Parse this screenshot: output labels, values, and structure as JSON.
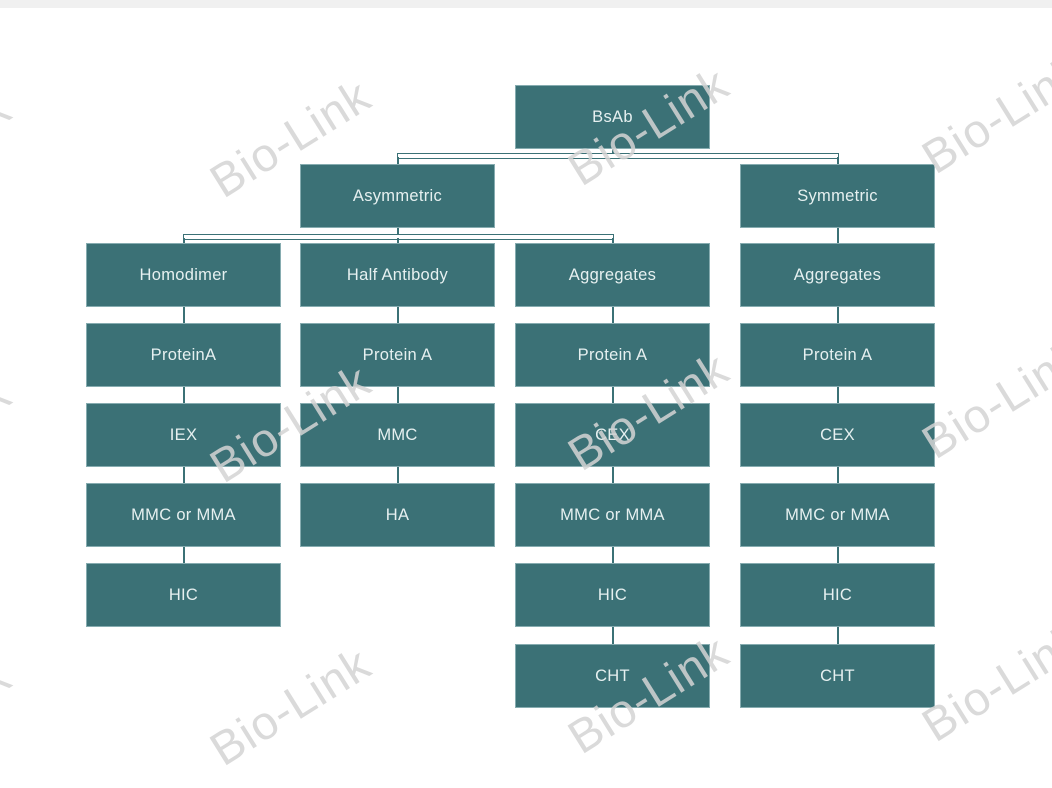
{
  "watermark": {
    "text": "Bio-Link"
  },
  "colors": {
    "box_fill": "#3b7176",
    "box_text": "#e6f0f0",
    "connector": "#3b7176",
    "watermark": "#d4d4d4",
    "background": "#ffffff"
  },
  "diagram": {
    "root": "BsAb",
    "branches": [
      {
        "label": "Asymmetric"
      },
      {
        "label": "Symmetric"
      }
    ],
    "columns": [
      {
        "header": "Homodimer",
        "steps": [
          "ProteinA",
          "IEX",
          "MMC or MMA",
          "HIC"
        ]
      },
      {
        "header": "Half Antibody",
        "steps": [
          "Protein A",
          "MMC",
          "HA"
        ]
      },
      {
        "header": "Aggregates",
        "steps": [
          "Protein A",
          "CEX",
          "MMC or MMA",
          "HIC",
          "CHT"
        ]
      },
      {
        "header": "Aggregates",
        "steps": [
          "Protein A",
          "CEX",
          "MMC or MMA",
          "HIC",
          "CHT"
        ]
      }
    ]
  }
}
